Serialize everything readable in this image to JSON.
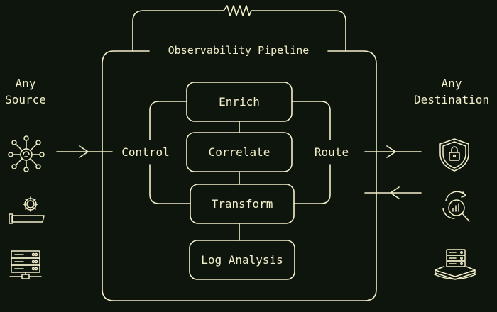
{
  "source_label": "Any\nSource",
  "destination_label": "Any\nDestination",
  "pipeline_title": "Observability Pipeline",
  "stages": {
    "enrich": "Enrich",
    "correlate": "Correlate",
    "transform": "Transform",
    "log_analysis": "Log Analysis"
  },
  "side_labels": {
    "control": "Control",
    "route": "Route"
  },
  "icons": {
    "sources": [
      "network-hub-icon",
      "machine-gear-icon",
      "server-rack-icon"
    ],
    "destinations": [
      "security-shield-lock-icon",
      "analytics-magnifier-icon",
      "server-storage-icon"
    ]
  },
  "colors": {
    "background": "#0d150c",
    "foreground": "#f3efcb"
  }
}
